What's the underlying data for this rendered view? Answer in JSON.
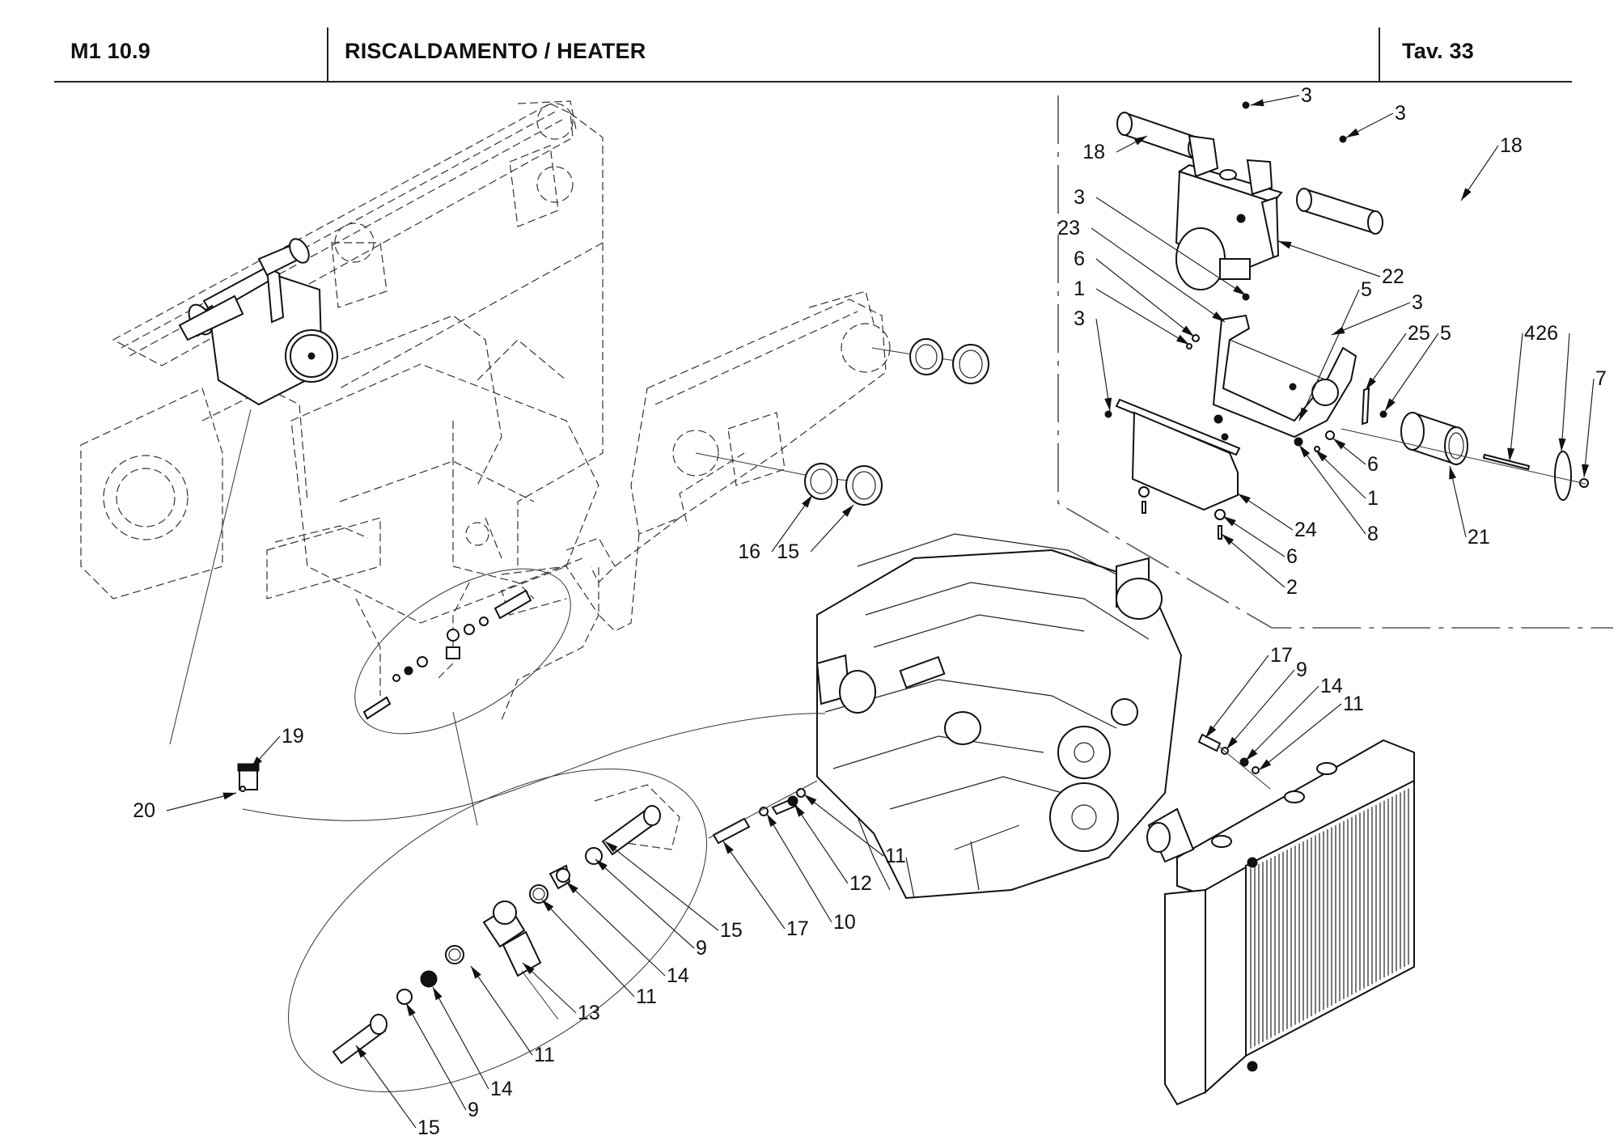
{
  "header": {
    "code": "M1 10.9",
    "title": "RISCALDAMENTO / HEATER",
    "table_ref": "Tav.  33"
  },
  "diagram": {
    "type": "exploded parts view",
    "assemblies": [
      {
        "name": "chassis-frame",
        "style": "phantom (dashed)"
      },
      {
        "name": "heater-unit-installed",
        "style": "solid"
      },
      {
        "name": "dashboard-panel",
        "style": "phantom (dashed)"
      },
      {
        "name": "engine",
        "style": "solid"
      },
      {
        "name": "radiator",
        "style": "solid"
      },
      {
        "name": "heater-exploded-inset",
        "style": "solid, dash-dot boundary"
      },
      {
        "name": "hose-fittings-detail-ellipse",
        "style": "enlarged detail"
      }
    ],
    "callouts": [
      {
        "id": "c1",
        "label": "3",
        "group": "inset"
      },
      {
        "id": "c2",
        "label": "3",
        "group": "inset"
      },
      {
        "id": "c3",
        "label": "18",
        "group": "inset"
      },
      {
        "id": "c4",
        "label": "18",
        "group": "inset"
      },
      {
        "id": "c5",
        "label": "3",
        "group": "inset"
      },
      {
        "id": "c6",
        "label": "23",
        "group": "inset"
      },
      {
        "id": "c7",
        "label": "6",
        "group": "inset"
      },
      {
        "id": "c8",
        "label": "1",
        "group": "inset"
      },
      {
        "id": "c9",
        "label": "3",
        "group": "inset"
      },
      {
        "id": "c10",
        "label": "22",
        "group": "inset"
      },
      {
        "id": "c11",
        "label": "5",
        "group": "inset"
      },
      {
        "id": "c12",
        "label": "3",
        "group": "inset"
      },
      {
        "id": "c13",
        "label": "25",
        "group": "inset"
      },
      {
        "id": "c14",
        "label": "5",
        "group": "inset"
      },
      {
        "id": "c15",
        "label": "4",
        "group": "inset"
      },
      {
        "id": "c16",
        "label": "26",
        "group": "inset"
      },
      {
        "id": "c17",
        "label": "7",
        "group": "inset"
      },
      {
        "id": "c18",
        "label": "6",
        "group": "inset"
      },
      {
        "id": "c19",
        "label": "1",
        "group": "inset"
      },
      {
        "id": "c20",
        "label": "24",
        "group": "inset"
      },
      {
        "id": "c21",
        "label": "8",
        "group": "inset"
      },
      {
        "id": "c22",
        "label": "21",
        "group": "inset"
      },
      {
        "id": "c23",
        "label": "6",
        "group": "inset"
      },
      {
        "id": "c24",
        "label": "2",
        "group": "inset"
      },
      {
        "id": "c25",
        "label": "16",
        "group": "dashboard"
      },
      {
        "id": "c26",
        "label": "15",
        "group": "dashboard"
      },
      {
        "id": "c27",
        "label": "17",
        "group": "radiator"
      },
      {
        "id": "c28",
        "label": "9",
        "group": "radiator"
      },
      {
        "id": "c29",
        "label": "14",
        "group": "radiator"
      },
      {
        "id": "c30",
        "label": "11",
        "group": "radiator"
      },
      {
        "id": "c31",
        "label": "19",
        "group": "valve"
      },
      {
        "id": "c32",
        "label": "20",
        "group": "valve"
      },
      {
        "id": "c33",
        "label": "11",
        "group": "engine"
      },
      {
        "id": "c34",
        "label": "12",
        "group": "engine"
      },
      {
        "id": "c35",
        "label": "10",
        "group": "engine"
      },
      {
        "id": "c36",
        "label": "17",
        "group": "engine"
      },
      {
        "id": "c37",
        "label": "15",
        "group": "detail"
      },
      {
        "id": "c38",
        "label": "9",
        "group": "detail"
      },
      {
        "id": "c39",
        "label": "14",
        "group": "detail"
      },
      {
        "id": "c40",
        "label": "11",
        "group": "detail"
      },
      {
        "id": "c41",
        "label": "13",
        "group": "detail"
      },
      {
        "id": "c42",
        "label": "11",
        "group": "detail"
      },
      {
        "id": "c43",
        "label": "14",
        "group": "detail"
      },
      {
        "id": "c44",
        "label": "9",
        "group": "detail"
      },
      {
        "id": "c45",
        "label": "15",
        "group": "detail"
      }
    ]
  }
}
